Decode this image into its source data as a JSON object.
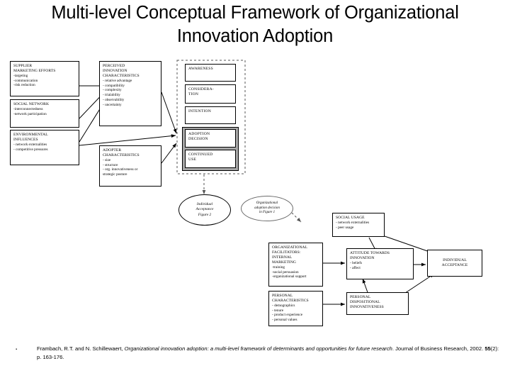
{
  "title": "Multi-level Conceptual Framework of Organizational Innovation Adoption",
  "diagram": {
    "antecedent_boxes": [
      {
        "id": "supplier-marketing-efforts",
        "heading": "SUPPLIER\nMARKETING EFFORTS",
        "items": "-targeting\n-communication\n-risk reduction"
      },
      {
        "id": "social-network",
        "heading": "SOCIAL NETWORK",
        "items": "-interconnectedness\n-network participation"
      },
      {
        "id": "environmental-influences",
        "heading": "ENVIRONMENTAL\nINFLUENCES",
        "items": "- network externalities\n- competitive pressures"
      }
    ],
    "mediator_boxes": [
      {
        "id": "perceived-innovation-characteristics",
        "heading": "PERCEIVED\nINNOVATION\nCHARACTERISTICS",
        "items": "- relative advantage\n- compatibility\n- complexity\n- trialability\n- observability\n- uncertainty"
      },
      {
        "id": "adopter-characteristics",
        "heading": "ADOPTER\nCHARACTERISTICS",
        "items": "- size\n- structure\n- org. innovativeness or\n  strategic posture"
      }
    ],
    "stages": [
      {
        "id": "awareness",
        "label": "AWARENESS"
      },
      {
        "id": "consideration",
        "label": "CONSIDERA-\nTION"
      },
      {
        "id": "intention",
        "label": "INTENTION"
      },
      {
        "id": "adoption-decision",
        "label": "ADOPTION\nDECISION"
      },
      {
        "id": "continued-use",
        "label": "CONTINUED\nUSE"
      }
    ],
    "ovals": [
      {
        "id": "individual-acceptance",
        "label": "Individual\nAcceptance\nFigure 2"
      },
      {
        "id": "organizational-adoption-decision",
        "label": "Organizational\nadoption decision\nin Figure 1"
      }
    ],
    "individual_boxes": [
      {
        "id": "organizational-facilitators",
        "heading": "ORGANIZATIONAL\nFACILITATORS:\nINTERNAL\nMARKETING",
        "items": "-training\n-social persuasion\n-organizational support"
      },
      {
        "id": "personal-characteristics",
        "heading": "PERSONAL\nCHARACTERISTICS",
        "items": "- demographics\n- tenure\n- product experience\n- personal values"
      },
      {
        "id": "social-usage",
        "heading": "SOCIAL USAGE",
        "items": "- network externalities\n- peer usage"
      },
      {
        "id": "attitude-towards-innovation",
        "heading": "ATTITUDE TOWARDS\nINNOVATION",
        "items": "- beliefs\n- affect"
      },
      {
        "id": "personal-dispositional-innovativeness",
        "heading": "PERSONAL\nDISPOSITIONAL\nINNOVATIVENESS",
        "items": ""
      },
      {
        "id": "individual-acceptance-outcome",
        "heading": "INDIVIDUAL\nACCEPTANCE",
        "items": ""
      }
    ]
  },
  "citation": {
    "bullet": "▪",
    "authors": "Frambach, R.T. and N. Schillewaert, ",
    "work": "Organizational innovation adoption: a multi-level framework of determinants and opportunities for future research",
    "source": ". Journal of Business Research, 2002. ",
    "volume": "55",
    "issue": "(2): p. 163-176."
  },
  "colors": {
    "background": "#ffffff",
    "line": "#000000",
    "shade": "#a8a8a8",
    "dashed": "#555555"
  }
}
